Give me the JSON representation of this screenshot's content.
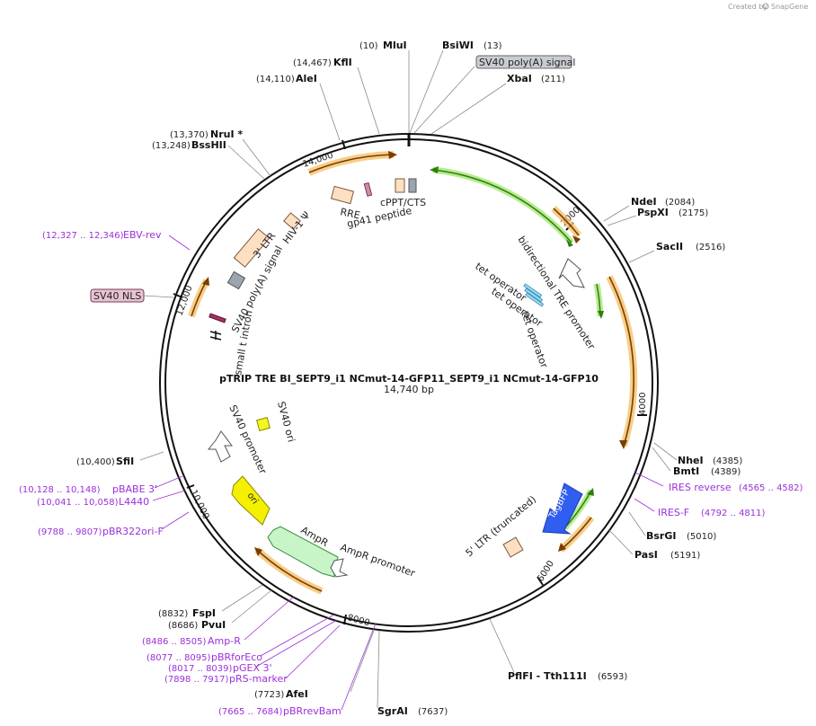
{
  "credit": {
    "prefix": "Created by",
    "brand": "SnapGene"
  },
  "plasmid": {
    "name": "pTRIP TRE BI_SEPT9_i1 NCmut-14-GFP11_SEPT9_i1 NCmut-14-GFP10",
    "length": "14,740 bp"
  },
  "ticks": [
    "2000",
    "4000",
    "6000",
    "8000",
    "10,000",
    "12,000",
    "14,000"
  ],
  "sites": [
    {
      "pos": "(10)",
      "name": "MluI"
    },
    {
      "pos": "(13)",
      "name": "BsiWI"
    },
    {
      "pos": "(14,467)",
      "name": "KflI"
    },
    {
      "pos": "(14,110)",
      "name": "AleI"
    },
    {
      "pos": "(211)",
      "name": "XbaI"
    },
    {
      "pos": "(13,370)",
      "name": "NruI *"
    },
    {
      "pos": "(13,248)",
      "name": "BssHII"
    },
    {
      "pos": "(2084)",
      "name": "NdeI"
    },
    {
      "pos": "(2175)",
      "name": "PspXI"
    },
    {
      "pos": "(2516)",
      "name": "SacII"
    },
    {
      "pos": "(4385)",
      "name": "NheI"
    },
    {
      "pos": "(4389)",
      "name": "BmtI"
    },
    {
      "pos": "(5010)",
      "name": "BsrGI"
    },
    {
      "pos": "(5191)",
      "name": "PasI"
    },
    {
      "pos": "(6593)",
      "name": "PflFI - Tth111I"
    },
    {
      "pos": "(7637)",
      "name": "SgrAI"
    },
    {
      "pos": "(7723)",
      "name": "AfeI"
    },
    {
      "pos": "(8832)",
      "name": "FspI"
    },
    {
      "pos": "(8686)",
      "name": "PvuI"
    },
    {
      "pos": "(10,400)",
      "name": "SfiI"
    }
  ],
  "primers": [
    {
      "pos": "(12,327 .. 12,346)",
      "name": "EBV-rev"
    },
    {
      "pos": "(4565 .. 4582)",
      "name": "IRES reverse"
    },
    {
      "pos": "(4792 .. 4811)",
      "name": "IRES-F"
    },
    {
      "pos": "(10,128 .. 10,148)",
      "name": "pBABE 3'"
    },
    {
      "pos": "(10,041 .. 10,058)",
      "name": "L4440"
    },
    {
      "pos": "(9788 .. 9807)",
      "name": "pBR322ori-F"
    },
    {
      "pos": "(8486 .. 8505)",
      "name": "Amp-R"
    },
    {
      "pos": "(8077 .. 8095)",
      "name": "pBRforEco"
    },
    {
      "pos": "(8017 .. 8039)",
      "name": "pGEX 3'"
    },
    {
      "pos": "(7898 .. 7917)",
      "name": "pRS-marker"
    },
    {
      "pos": "(7665 .. 7684)",
      "name": "pBRrevBam"
    }
  ],
  "boxed_labels": [
    "SV40 poly(A) signal",
    "SV40 NLS"
  ],
  "features": {
    "cppt": "cPPT/CTS",
    "rre": "RRE",
    "gp41": "gp41 peptide",
    "hiv": "HIV-1 Ψ",
    "ltr3": "3' LTR",
    "sv40pa": "SV40 poly(A) signal",
    "smallt": "small t intron",
    "bidir": "bidirectional TRE promoter",
    "teto1": "tet operator",
    "teto2": "tet operator",
    "teto3": "tet operator",
    "tagbfp": "TagBFP",
    "ltr5": "5' LTR (truncated)",
    "sv40ori": "SV40 ori",
    "sv40prom": "SV40 promoter",
    "ori": "ori",
    "ampr": "AmpR",
    "ampr_prom": "AmpR promoter"
  }
}
